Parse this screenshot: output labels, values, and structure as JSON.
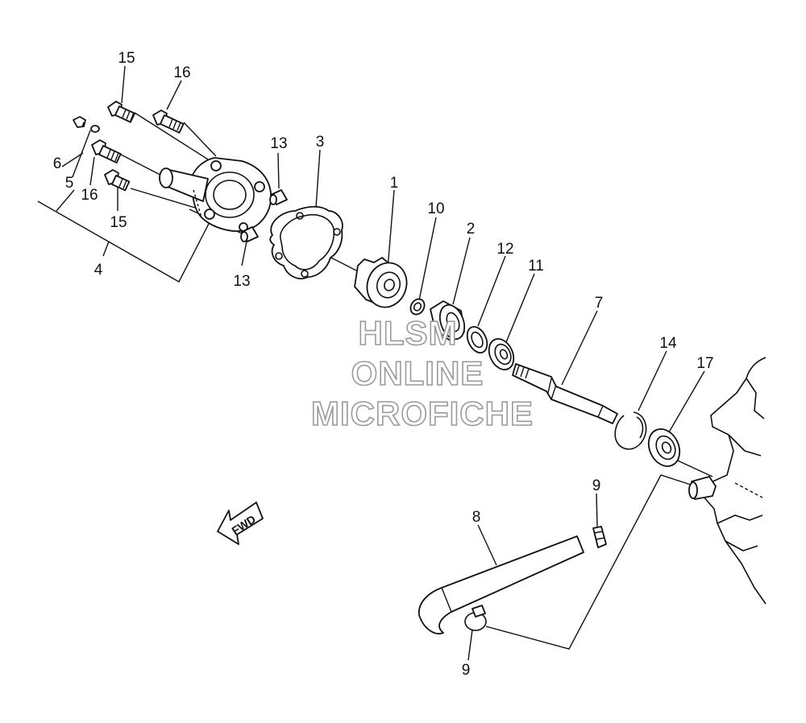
{
  "callouts": [
    "15",
    "16",
    "6",
    "5",
    "16",
    "15",
    "4",
    "13",
    "3",
    "13",
    "1",
    "10",
    "2",
    "12",
    "11",
    "7",
    "14",
    "17",
    "9",
    "8",
    "9"
  ],
  "fwd_label": "FWD",
  "watermark": [
    "HLSM",
    "ONLINE",
    "MICROFICHE"
  ]
}
